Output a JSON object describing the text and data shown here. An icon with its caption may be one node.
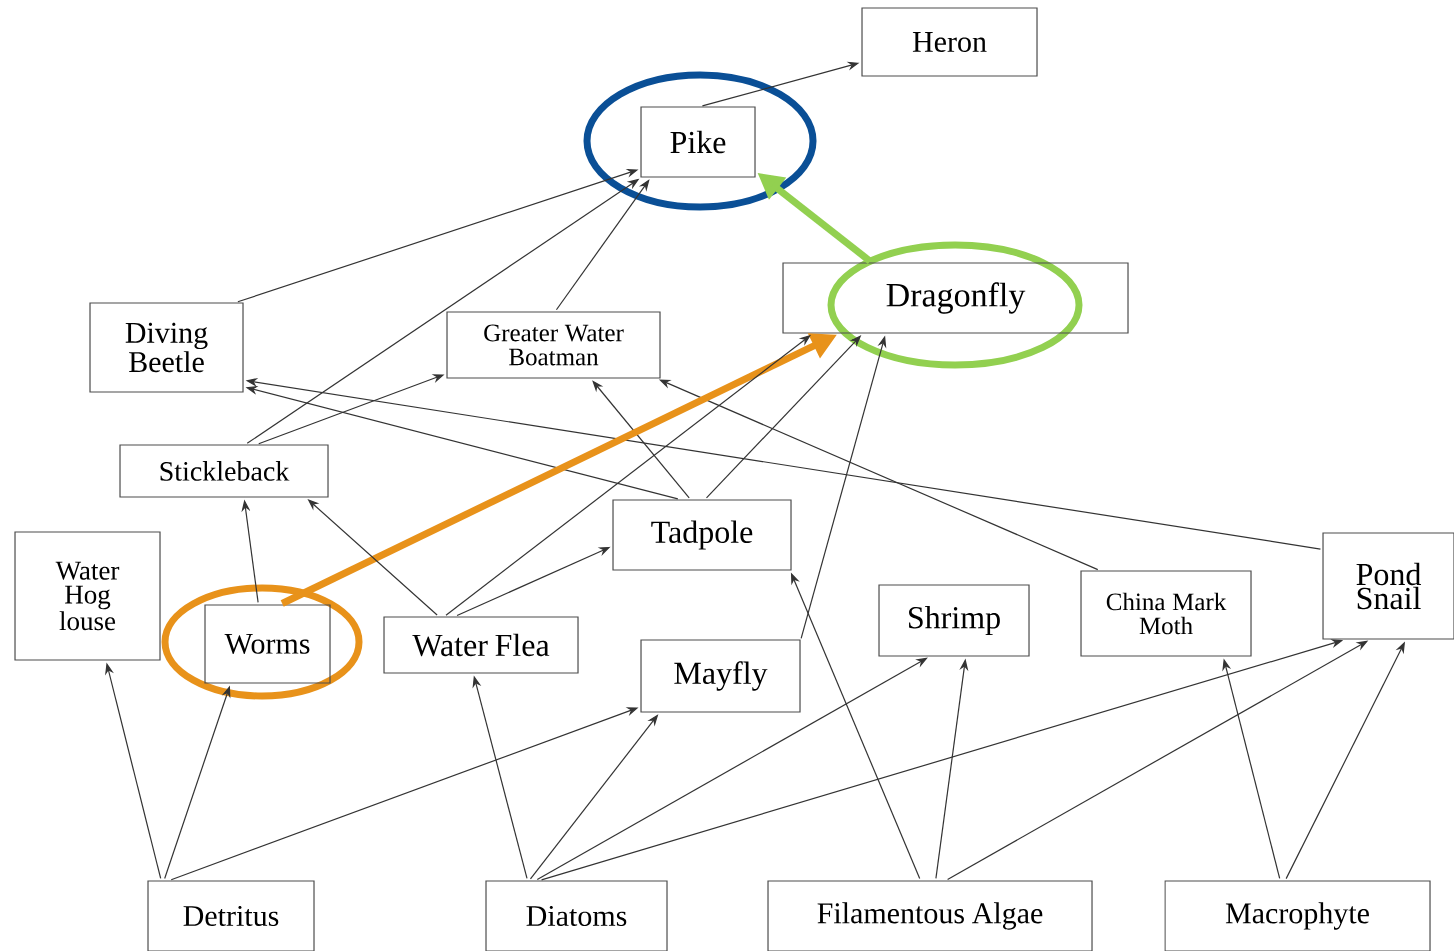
{
  "diagram": {
    "nodes": [
      {
        "text": [
          "Heron"
        ]
      },
      {
        "text": [
          "Pike"
        ]
      },
      {
        "text": [
          "Dragonfly"
        ]
      },
      {
        "text": [
          "Diving Beetle"
        ]
      },
      {
        "text": [
          "Greater Water Boatman"
        ]
      },
      {
        "text": [
          "Stickleback"
        ]
      },
      {
        "text": [
          "Tadpole"
        ]
      },
      {
        "text": [
          "Water Hog louse"
        ]
      },
      {
        "text": [
          "Worms"
        ]
      },
      {
        "text": [
          "Water Flea"
        ]
      },
      {
        "text": [
          "Mayfly"
        ]
      },
      {
        "text": [
          "Shrimp"
        ]
      },
      {
        "text": [
          "China Mark Moth"
        ]
      },
      {
        "text": [
          "Pond Snail"
        ]
      },
      {
        "text": [
          "Detritus"
        ]
      },
      {
        "text": [
          "Diatoms"
        ]
      },
      {
        "text": [
          "Filamentous Algae"
        ]
      },
      {
        "text": [
          "Macrophyte"
        ]
      }
    ],
    "edges": [
      {
        "from": 1,
        "to": 0,
        "arrow": "to"
      },
      {
        "from": 3,
        "to": 1,
        "arrow": "to"
      },
      {
        "from": 5,
        "to": 1,
        "arrow": "to"
      },
      {
        "from": 4,
        "to": 1,
        "arrow": "to"
      },
      {
        "from": 2,
        "to": 1,
        "arrow": "to",
        "style": "thick",
        "color": "#92d050"
      },
      {
        "from": 5,
        "to": 4,
        "arrow": "to"
      },
      {
        "from": 6,
        "to": 3,
        "arrow": "to"
      },
      {
        "from": 13,
        "to": 3,
        "arrow": "to"
      },
      {
        "from": 6,
        "to": 4,
        "arrow": "to"
      },
      {
        "from": 12,
        "to": 4,
        "arrow": "to"
      },
      {
        "from": 6,
        "to": 2,
        "arrow": "to"
      },
      {
        "from": 8,
        "to": 2,
        "arrow": "to",
        "style": "thick",
        "color": "#e8921a"
      },
      {
        "from": 9,
        "to": 2,
        "arrow": "to"
      },
      {
        "from": 10,
        "to": 2,
        "arrow": "to"
      },
      {
        "from": 8,
        "to": 5,
        "arrow": "to"
      },
      {
        "from": 9,
        "to": 5,
        "arrow": "to"
      },
      {
        "from": 9,
        "to": 6,
        "arrow": "to"
      },
      {
        "from": 16,
        "to": 6,
        "arrow": "to"
      },
      {
        "from": 14,
        "to": 7,
        "arrow": "to"
      },
      {
        "from": 14,
        "to": 8,
        "arrow": "to"
      },
      {
        "from": 14,
        "to": 10,
        "arrow": "to"
      },
      {
        "from": 15,
        "to": 9,
        "arrow": "to"
      },
      {
        "from": 15,
        "to": 10,
        "arrow": "to"
      },
      {
        "from": 15,
        "to": 11,
        "arrow": "to"
      },
      {
        "from": 15,
        "to": 13,
        "arrow": "to"
      },
      {
        "from": 16,
        "to": 11,
        "arrow": "to"
      },
      {
        "from": 16,
        "to": 13,
        "arrow": "to"
      },
      {
        "from": 17,
        "to": 12,
        "arrow": "to"
      },
      {
        "from": 17,
        "to": 13,
        "arrow": "to"
      }
    ]
  }
}
